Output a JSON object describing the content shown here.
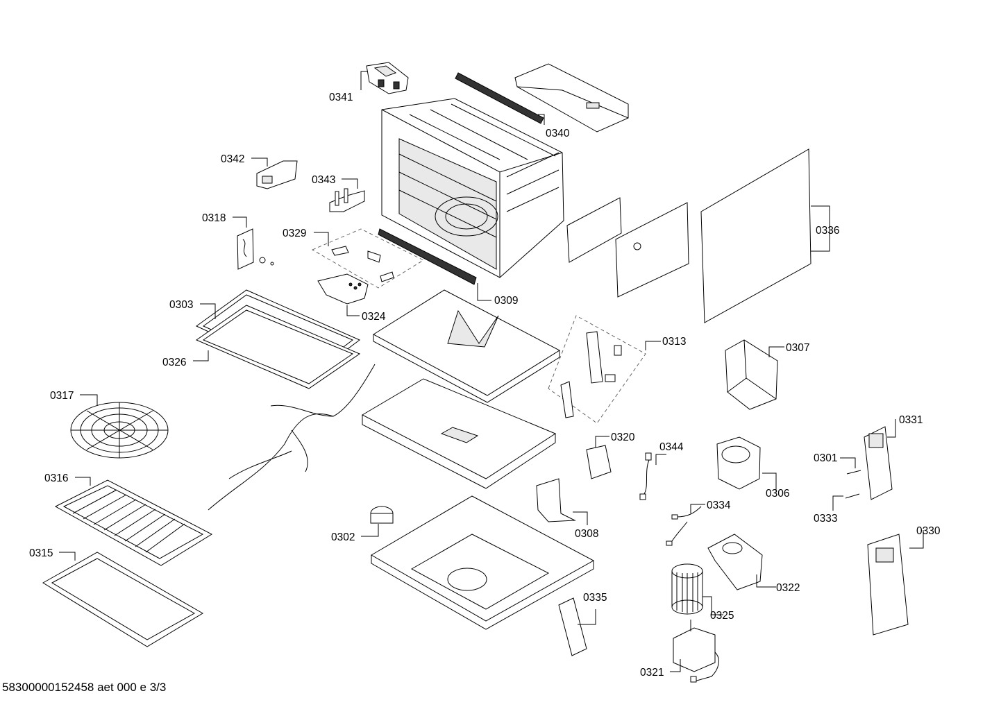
{
  "document": {
    "footer_text": "58300000152458 aet 000 e 3/3"
  },
  "parts": {
    "p0341": "0341",
    "p0340": "0340",
    "p0342": "0342",
    "p0343": "0343",
    "p0318": "0318",
    "p0329": "0329",
    "p0336": "0336",
    "p0309": "0309",
    "p0303": "0303",
    "p0324": "0324",
    "p0326": "0326",
    "p0313": "0313",
    "p0307": "0307",
    "p0317": "0317",
    "p0331": "0331",
    "p0320": "0320",
    "p0344": "0344",
    "p0301": "0301",
    "p0316": "0316",
    "p0306": "0306",
    "p0333": "0333",
    "p0334": "0334",
    "p0302": "0302",
    "p0308": "0308",
    "p0330": "0330",
    "p0315": "0315",
    "p0322": "0322",
    "p0335": "0335",
    "p0325": "0325",
    "p0321": "0321"
  }
}
